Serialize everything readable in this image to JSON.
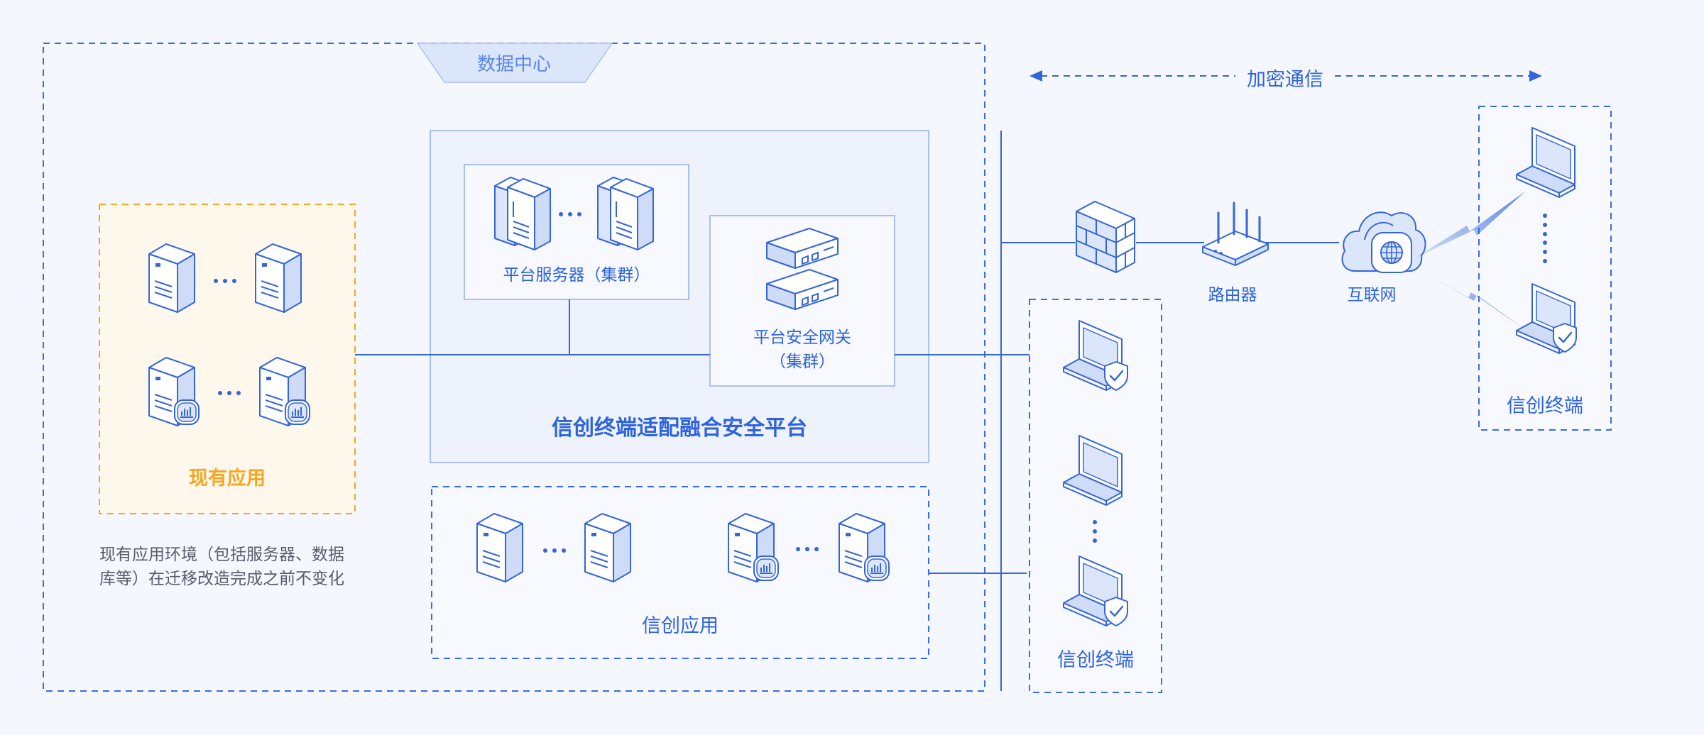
{
  "labels": {
    "datacenter": "数据中心",
    "platform_servers": "平台服务器（集群）",
    "gateway_line1": "平台安全网关",
    "gateway_line2": "（集群）",
    "platform_title": "信创终端适配融合安全平台",
    "existing_apps": "现有应用",
    "existing_note_line1": "现有应用环境（包括服务器、数据",
    "existing_note_line2": "库等）在迁移改造完成之前不变化",
    "xc_apps": "信创应用",
    "encrypted_comm": "加密通信",
    "router": "路由器",
    "internet": "互联网",
    "xc_terminals_inner": "信创终端",
    "xc_terminals_outer": "信创终端"
  },
  "icons": {
    "server": "server-icon",
    "db_server": "database-server-icon",
    "rack_server": "rack-server-icon",
    "gateway": "security-gateway-icon",
    "firewall": "firewall-icon",
    "router": "router-icon",
    "internet": "cloud-globe-icon",
    "laptop": "laptop-icon",
    "secure_laptop": "shield-laptop-icon",
    "ellipsis": "ellipsis-icon"
  },
  "colors": {
    "primary": "#2d63e0",
    "accent_orange": "#f5a623",
    "icon_stroke": "#3565d8",
    "icon_fill": "#dbe6fb",
    "background": "#f4f7fd"
  }
}
